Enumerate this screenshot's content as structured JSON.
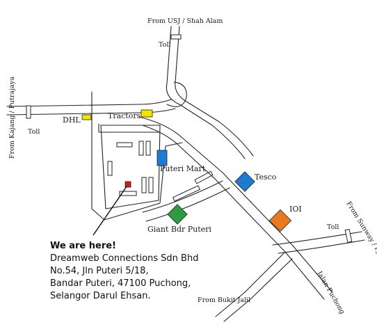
{
  "roads": {
    "usj": "From USJ / Shah Alam",
    "kajang": "From Kajang / Putrajaya",
    "sunway": "From Sunway / PJ",
    "bukit_jalil": "From Bukit Jalil",
    "jalan_puchong": "Jalan Puchong"
  },
  "tolls": [
    "Toll",
    "Toll",
    "Toll"
  ],
  "landmarks": {
    "dhl": {
      "label": "DHL",
      "color": "#f5e400"
    },
    "tractors": {
      "label": "Tractors",
      "color": "#f5e400"
    },
    "puteri_mart": {
      "label": "Puteri Mart",
      "color": "#1f7bd0"
    },
    "tesco": {
      "label": "Tesco",
      "color": "#1f7bd0"
    },
    "ioi": {
      "label": "IOI",
      "color": "#ea7a1e"
    },
    "giant": {
      "label": "Giant Bdr Puteri",
      "color": "#2e9b40"
    },
    "office": {
      "color": "#d01c1c"
    }
  },
  "address": {
    "here": "We are here!",
    "company": "Dreamweb Connections Sdn Bhd",
    "line1": "No.54, Jln Puteri 5/18,",
    "line2": "Bandar Puteri, 47100 Puchong,",
    "line3": "Selangor Darul Ehsan."
  }
}
